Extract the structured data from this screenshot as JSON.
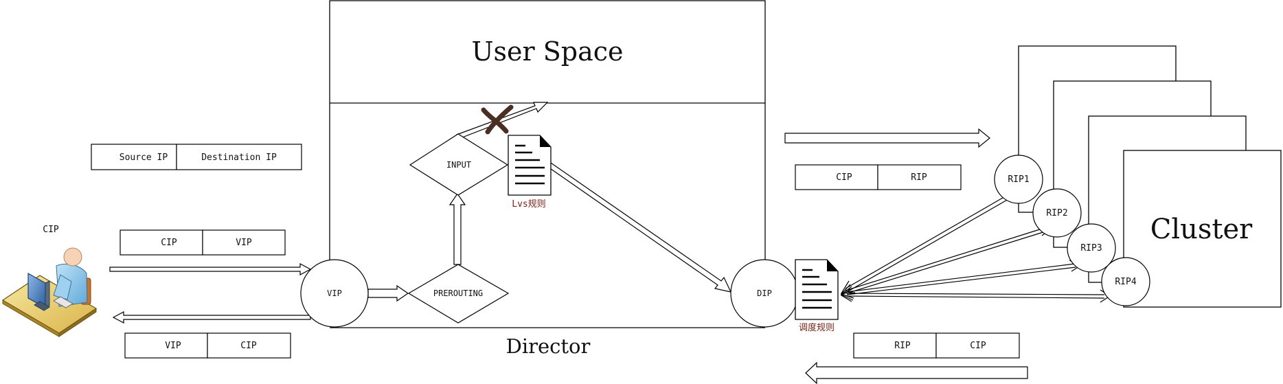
{
  "diagram": {
    "user_space": "User Space",
    "director": "Director",
    "cluster": "Cluster",
    "chains": {
      "input": "INPUT",
      "prerouting": "PREROUTING"
    },
    "nodes": {
      "vip": "VIP",
      "dip": "DIP",
      "rip1": "RIP1",
      "rip2": "RIP2",
      "rip3": "RIP3",
      "rip4": "RIP4"
    },
    "client_label": "CIP",
    "lvs_rule": "Lvs规则",
    "schedule_rule": "调度规则",
    "packets": {
      "header": {
        "src": "Source IP",
        "dst": "Destination IP"
      },
      "request_in": {
        "src": "CIP",
        "dst": "VIP"
      },
      "reply_out": {
        "src": "VIP",
        "dst": "CIP"
      },
      "to_real": {
        "src": "CIP",
        "dst": "RIP"
      },
      "from_real": {
        "src": "RIP",
        "dst": "CIP"
      }
    }
  }
}
